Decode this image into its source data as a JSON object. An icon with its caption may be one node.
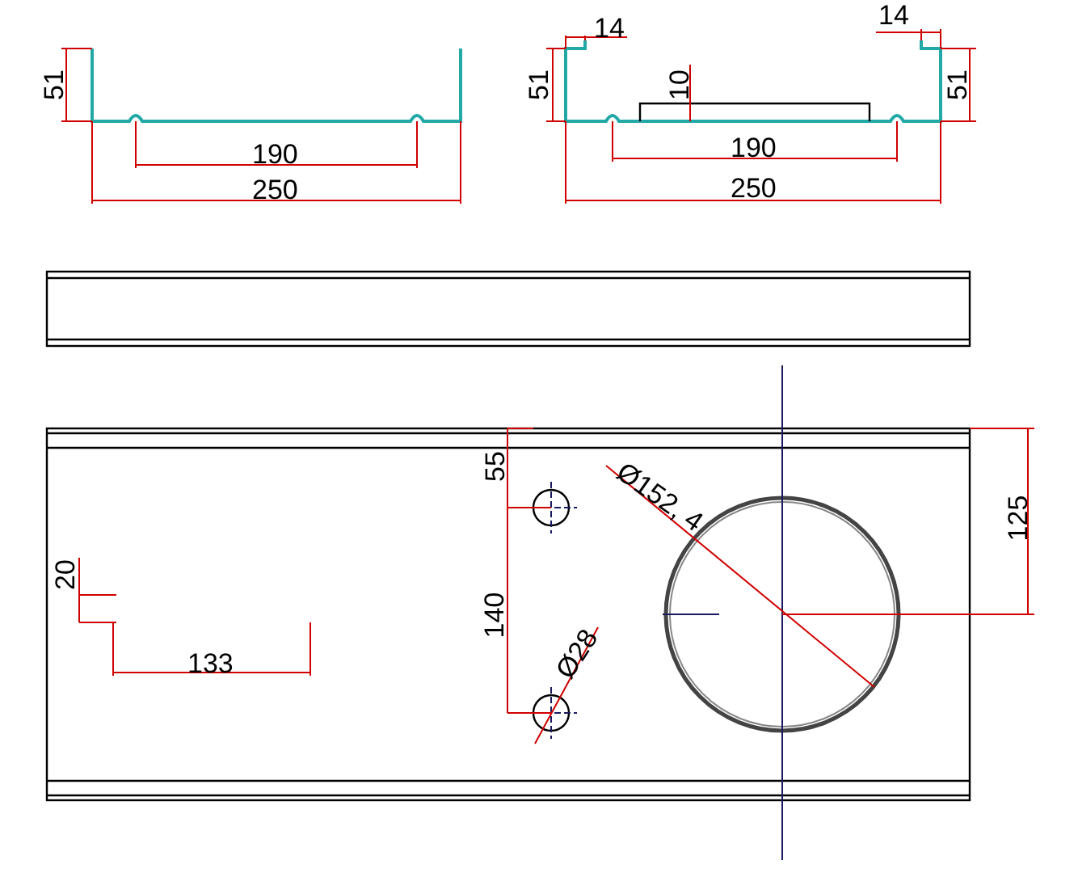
{
  "diagram": {
    "labels": [
      "51",
      "190",
      "250",
      "14",
      "14",
      "51",
      "10",
      "51",
      "190",
      "250",
      "55",
      "Ø152, 4",
      "125",
      "20",
      "140",
      "Ø28",
      "133"
    ]
  }
}
